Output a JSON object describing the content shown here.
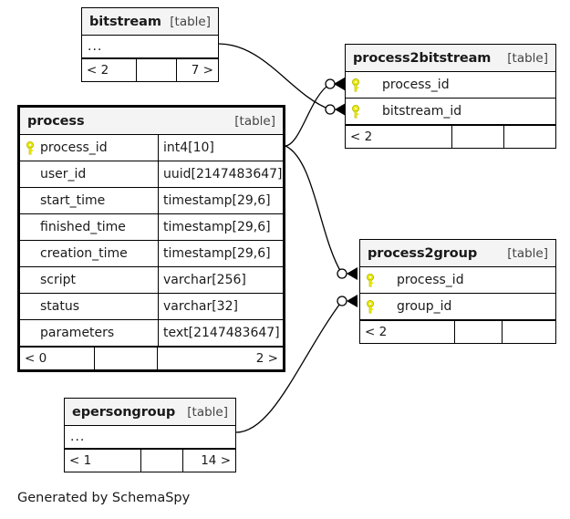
{
  "diagram": {
    "generator_note": "Generated by SchemaSpy",
    "table_tag": "[table]",
    "ellipsis": "...",
    "key_icon": "key-icon"
  },
  "tables": {
    "bitstream": {
      "name": "bitstream",
      "tag": "[table]",
      "rows": [
        {
          "label": "..."
        }
      ],
      "footer": {
        "left": "< 2",
        "middle": "",
        "right": "7 >"
      }
    },
    "process": {
      "name": "process",
      "tag": "[table]",
      "columns": [
        {
          "name": "process_id",
          "type": "int4[10]",
          "primary": true
        },
        {
          "name": "user_id",
          "type": "uuid[2147483647]",
          "primary": false
        },
        {
          "name": "start_time",
          "type": "timestamp[29,6]",
          "primary": false
        },
        {
          "name": "finished_time",
          "type": "timestamp[29,6]",
          "primary": false
        },
        {
          "name": "creation_time",
          "type": "timestamp[29,6]",
          "primary": false
        },
        {
          "name": "script",
          "type": "varchar[256]",
          "primary": false
        },
        {
          "name": "status",
          "type": "varchar[32]",
          "primary": false
        },
        {
          "name": "parameters",
          "type": "text[2147483647]",
          "primary": false
        }
      ],
      "footer": {
        "left": "< 0",
        "middle": "",
        "right": "2 >"
      }
    },
    "process2bitstream": {
      "name": "process2bitstream",
      "tag": "[table]",
      "columns": [
        {
          "name": "process_id",
          "type": "",
          "primary": true
        },
        {
          "name": "bitstream_id",
          "type": "",
          "primary": true
        }
      ],
      "footer": {
        "left": "< 2",
        "middle": "",
        "right": ""
      }
    },
    "process2group": {
      "name": "process2group",
      "tag": "[table]",
      "columns": [
        {
          "name": "process_id",
          "type": "",
          "primary": true
        },
        {
          "name": "group_id",
          "type": "",
          "primary": true
        }
      ],
      "footer": {
        "left": "< 2",
        "middle": "",
        "right": ""
      }
    },
    "epersongroup": {
      "name": "epersongroup",
      "tag": "[table]",
      "rows": [
        {
          "label": "..."
        }
      ],
      "footer": {
        "left": "< 1",
        "middle": "",
        "right": "14 >"
      }
    }
  },
  "relationships": [
    {
      "from": "process",
      "to": "process2bitstream.process_id"
    },
    {
      "from": "bitstream",
      "to": "process2bitstream.bitstream_id"
    },
    {
      "from": "process",
      "to": "process2group.process_id"
    },
    {
      "from": "epersongroup",
      "to": "process2group.group_id"
    }
  ],
  "colors": {
    "key": "#e8e800",
    "key_outline": "#b8b800",
    "border": "#000000",
    "header_bg": "#f4f4f4",
    "page_bg": "#ffffff"
  }
}
